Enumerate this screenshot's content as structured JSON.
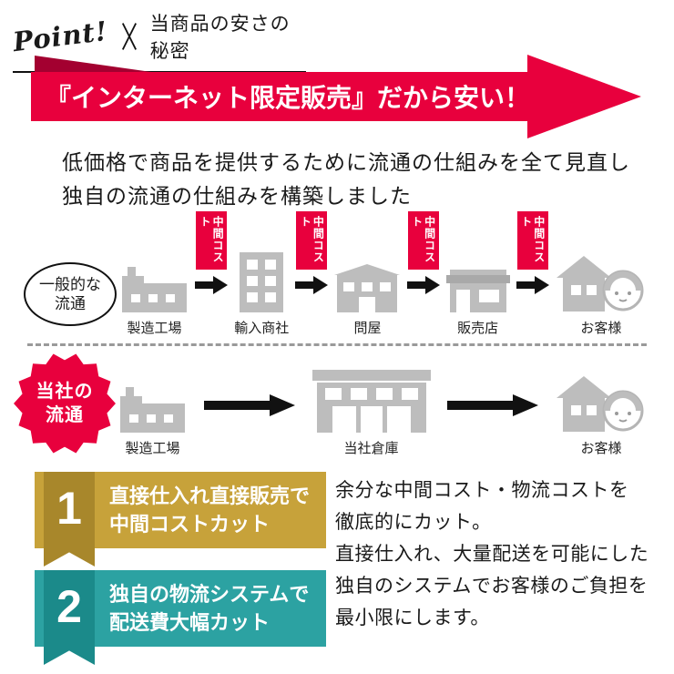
{
  "header": {
    "point_label": "Point!",
    "title": "当商品の安さの秘密"
  },
  "banner": {
    "text": "『インターネット限定販売』だから安い！"
  },
  "intro": {
    "line1": "低価格で商品を提供するために流通の仕組みを全て見直し",
    "line2": "独自の流通の仕組みを構築しました"
  },
  "general_flow": {
    "label_line1": "一般的な",
    "label_line2": "流通",
    "cost_label": "中間コスト",
    "steps": [
      "製造工場",
      "輸入商社",
      "問屋",
      "販売店",
      "お客様"
    ]
  },
  "company_flow": {
    "label_line1": "当社の",
    "label_line2": "流通",
    "steps": [
      "製造工場",
      "当社倉庫",
      "お客様"
    ]
  },
  "points": [
    {
      "number": "1",
      "line1": "直接仕入れ直接販売で",
      "line2": "中間コストカット"
    },
    {
      "number": "2",
      "line1": "独自の物流システムで",
      "line2": "配送費大幅カット"
    }
  ],
  "description": {
    "lines": [
      "余分な中間コスト・物流コストを",
      "徹底的にカット。",
      "直接仕入れ、大量配送を可能にした",
      "独自のシステムでお客様のご負担を",
      "最小限にします。"
    ]
  },
  "colors": {
    "accent_red": "#e8003d",
    "accent_red_dark": "#a30030",
    "gold": "#c7a23a",
    "teal": "#2ca2a2",
    "icon_gray": "#bdbdbd"
  }
}
